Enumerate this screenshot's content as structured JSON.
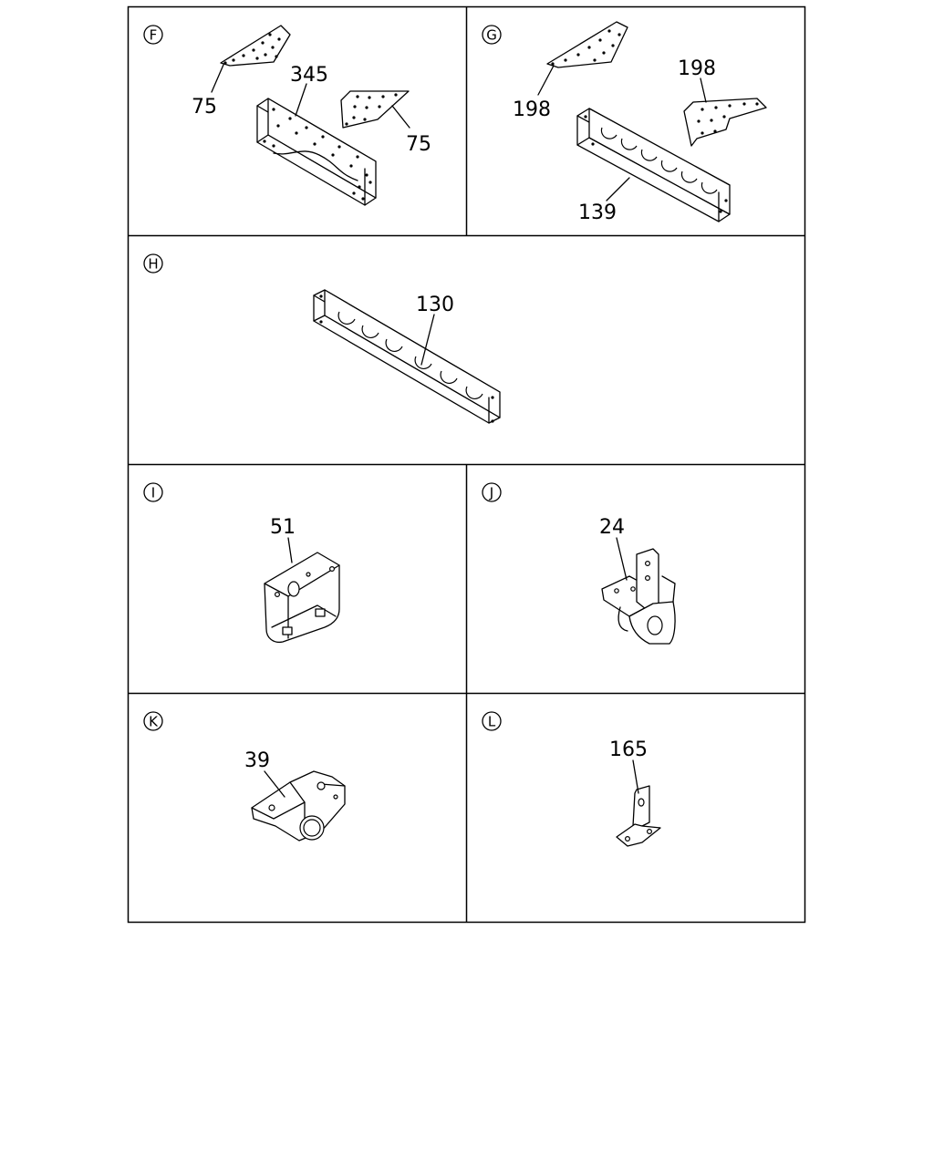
{
  "panels": [
    {
      "id": "F",
      "parts": [
        "75",
        "345",
        "75"
      ]
    },
    {
      "id": "G",
      "parts": [
        "198",
        "198",
        "139"
      ]
    },
    {
      "id": "H",
      "parts": [
        "130"
      ]
    },
    {
      "id": "I",
      "parts": [
        "51"
      ]
    },
    {
      "id": "J",
      "parts": [
        "24"
      ]
    },
    {
      "id": "K",
      "parts": [
        "39"
      ]
    },
    {
      "id": "L",
      "parts": [
        "165"
      ]
    }
  ],
  "style": {
    "line_color": "#000000",
    "background": "#ffffff"
  }
}
